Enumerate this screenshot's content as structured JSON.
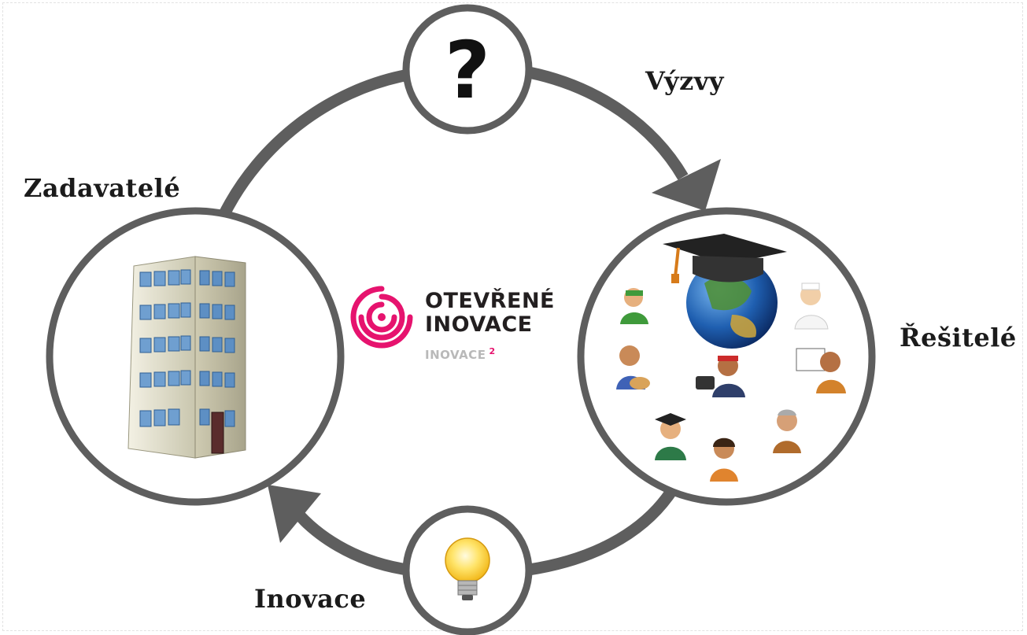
{
  "labels": {
    "challenges": "Výzvy",
    "clients": "Zadavatelé",
    "solvers": "Řešitelé",
    "innovation": "Inovace"
  },
  "top_node": {
    "symbol": "?"
  },
  "logo": {
    "line1": "OTEVŘENÉ",
    "line2": "INOVACE",
    "sub": "INOVACE",
    "sub_sup": "2"
  },
  "colors": {
    "arrow": "#5e5e5e",
    "logo_accent": "#e6136e",
    "logo_text": "#231f20"
  },
  "icons": [
    "question-mark-icon",
    "office-building-icon",
    "graduation-globe-icon",
    "people-group-icon",
    "light-bulb-icon"
  ]
}
